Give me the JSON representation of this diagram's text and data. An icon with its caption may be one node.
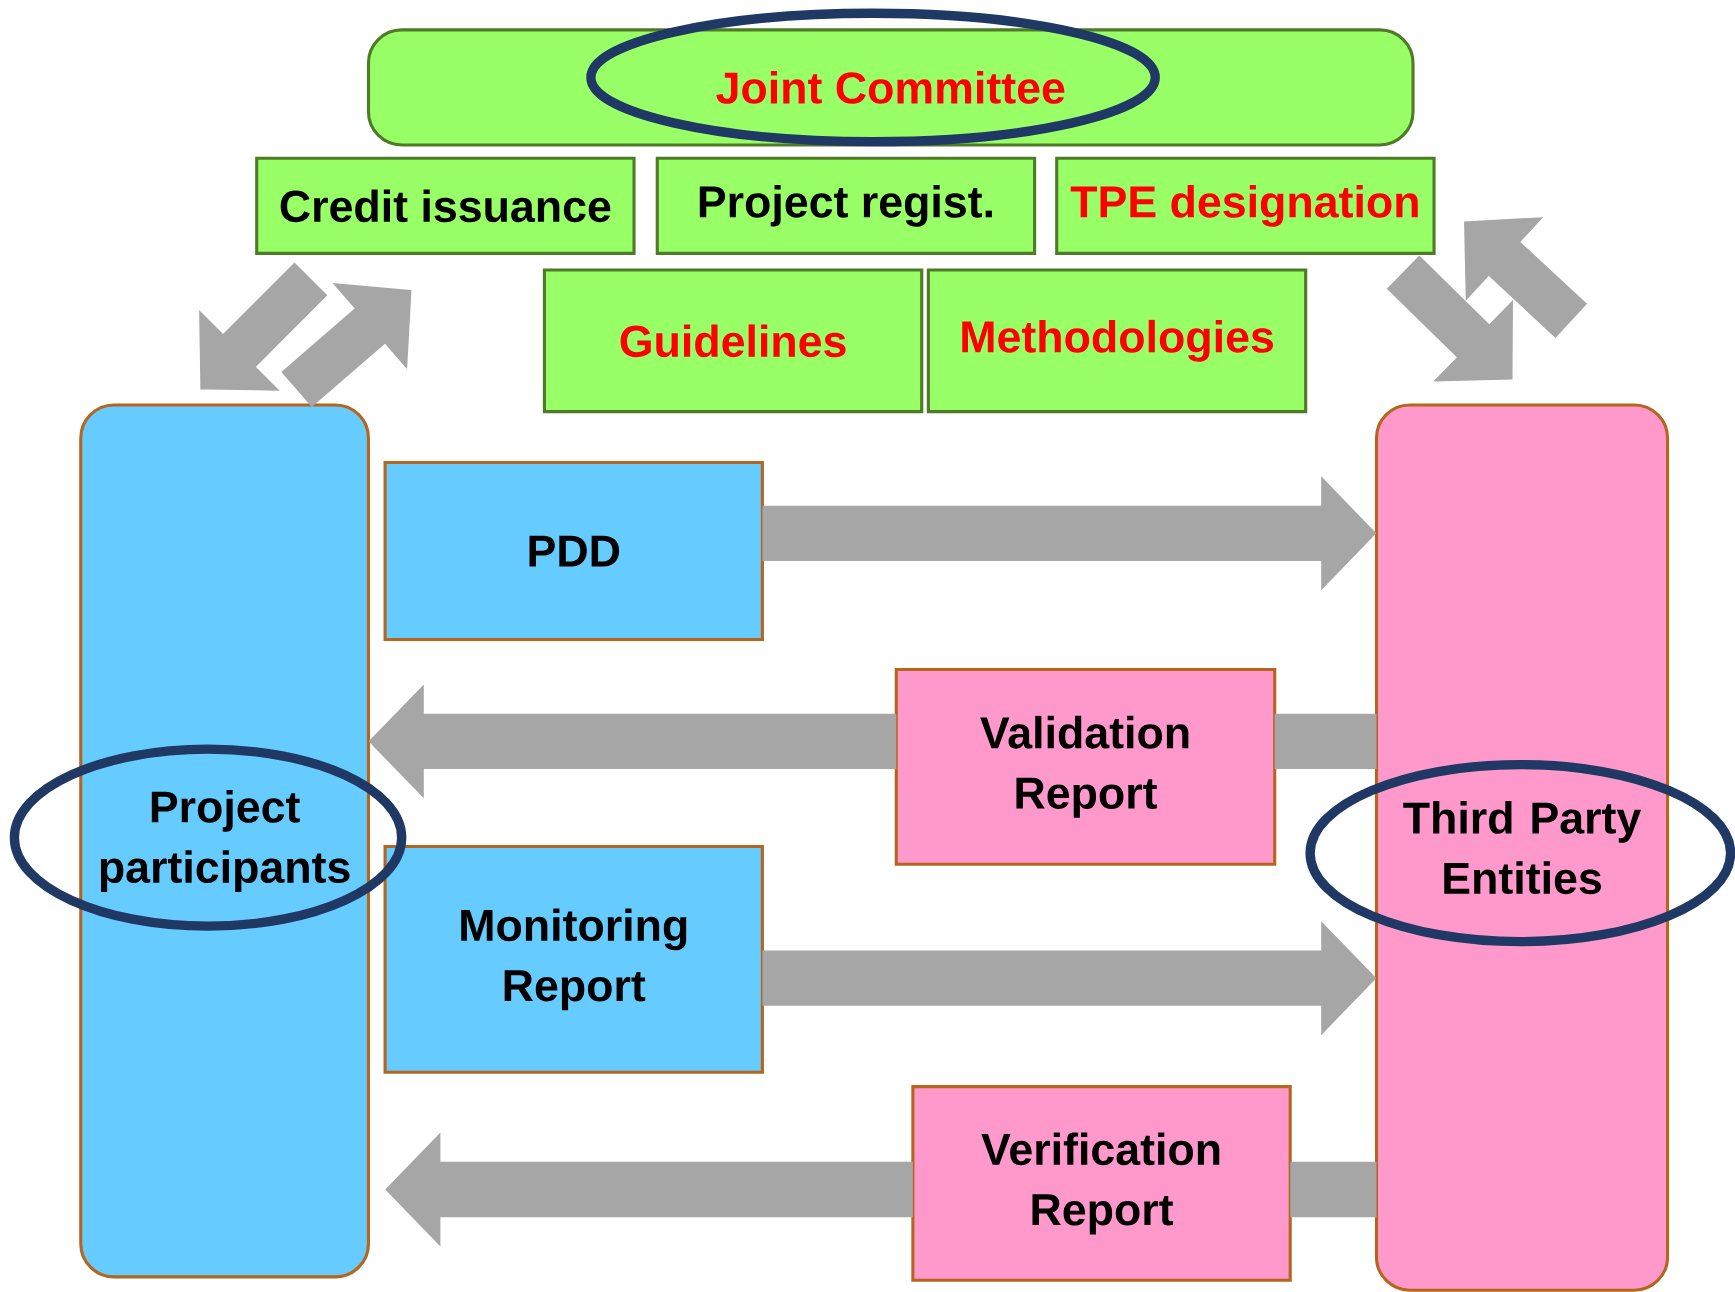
{
  "diagram": {
    "nodes": [
      {
        "text": [
          "Joint Committee"
        ]
      },
      {
        "text": [
          "Credit issuance"
        ]
      },
      {
        "text": [
          "Project regist."
        ]
      },
      {
        "text": [
          "TPE designation"
        ]
      },
      {
        "text": [
          "Guidelines"
        ]
      },
      {
        "text": [
          "Methodologies"
        ]
      },
      {
        "text": [
          "Project participants"
        ]
      },
      {
        "text": [
          "Third Party Entities"
        ]
      },
      {
        "text": [
          "PDD"
        ]
      },
      {
        "text": [
          "Validation Report"
        ]
      },
      {
        "text": [
          "Monitoring Report"
        ]
      },
      {
        "text": [
          "Verification Report"
        ]
      }
    ],
    "edges": [
      {
        "from": 1,
        "to": 6,
        "arrow": "to"
      },
      {
        "from": 6,
        "to": 1,
        "arrow": "to"
      },
      {
        "from": 3,
        "to": 7,
        "arrow": "to"
      },
      {
        "from": 7,
        "to": 3,
        "arrow": "to"
      },
      {
        "from": 8,
        "to": 7,
        "arrow": "to"
      },
      {
        "from": 7,
        "to": 9,
        "arrow": "none"
      },
      {
        "from": 9,
        "to": 6,
        "arrow": "to"
      },
      {
        "from": 10,
        "to": 7,
        "arrow": "to"
      },
      {
        "from": 7,
        "to": 11,
        "arrow": "none"
      },
      {
        "from": 11,
        "to": 6,
        "arrow": "to"
      }
    ]
  }
}
